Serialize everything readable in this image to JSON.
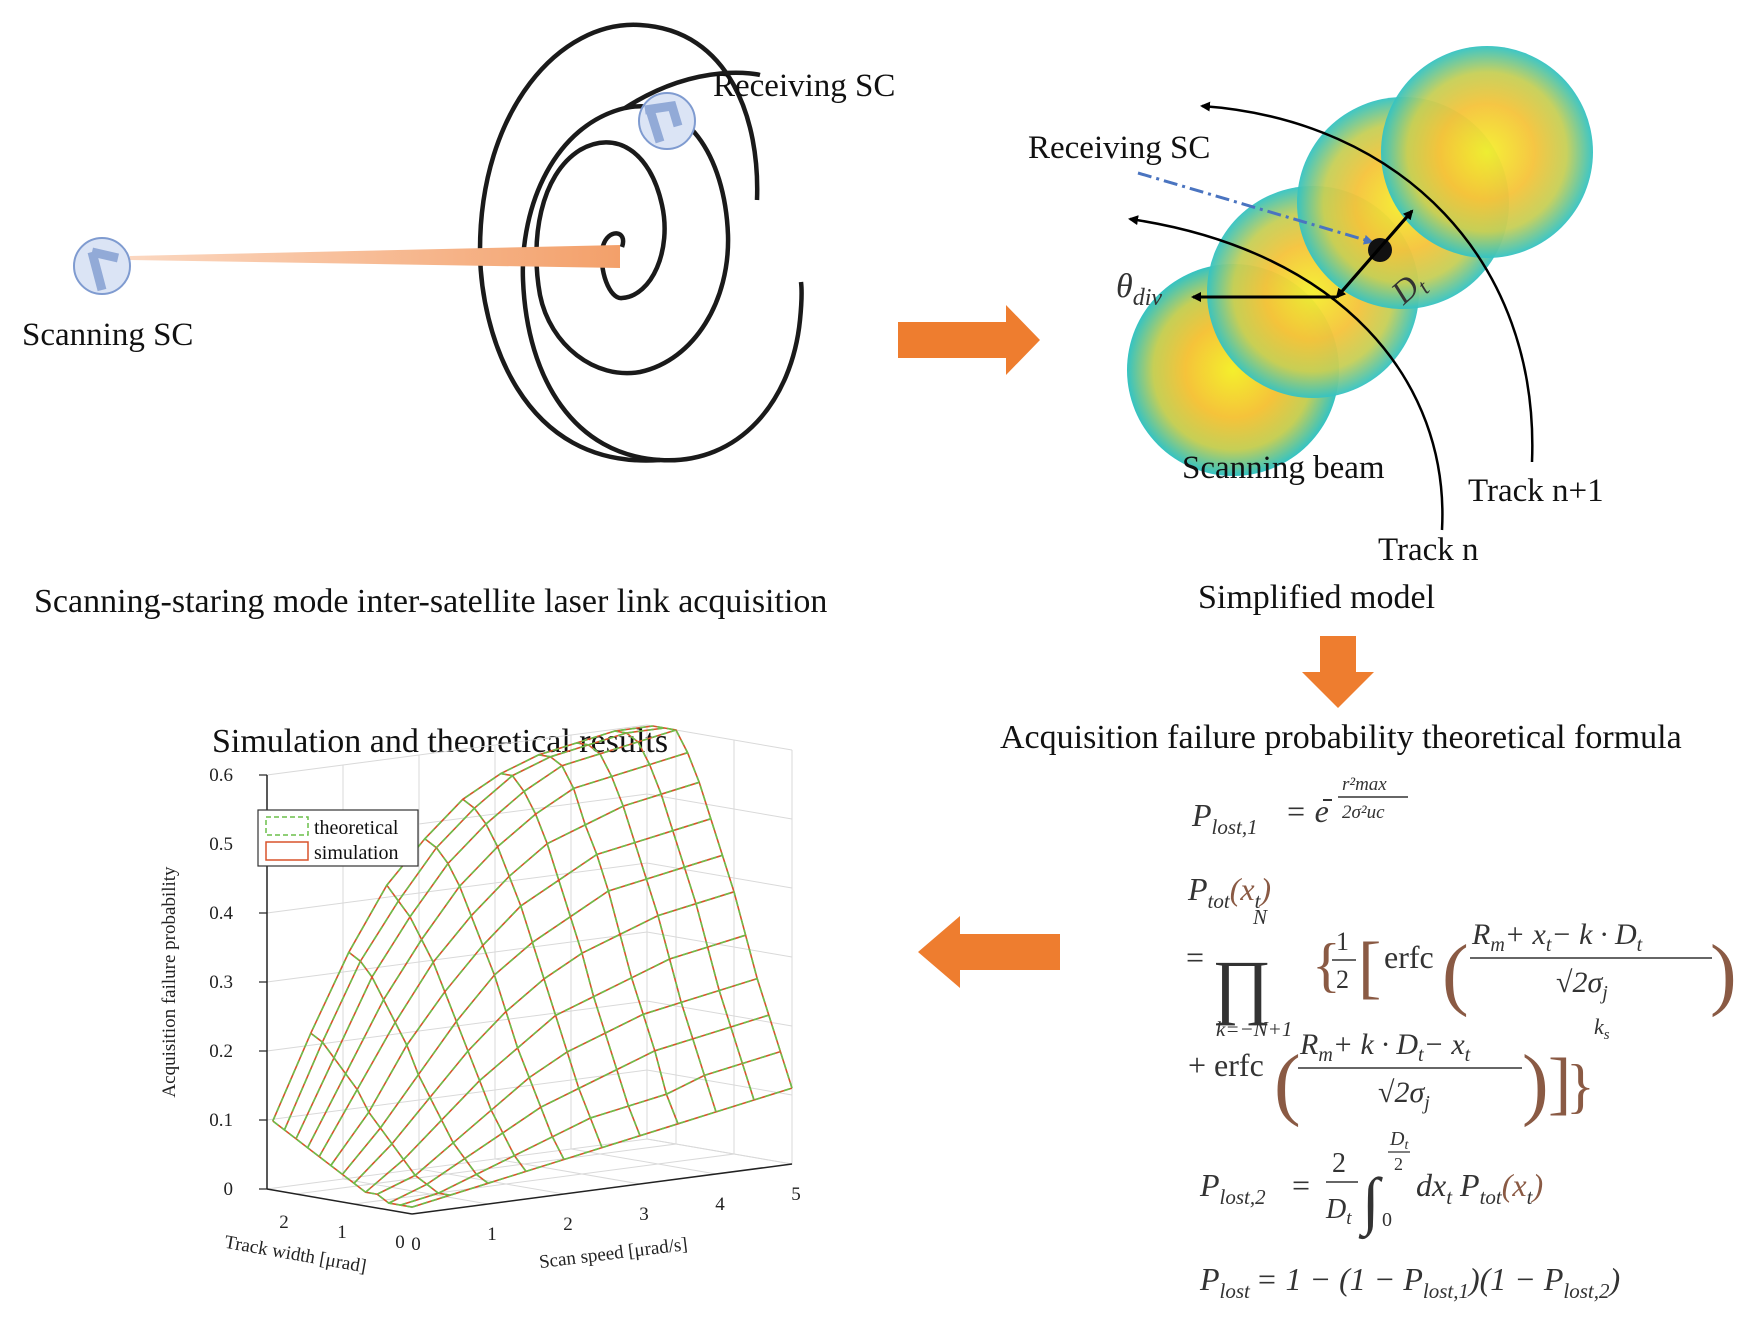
{
  "top_left": {
    "receiving_label": "Receiving SC",
    "scanning_label": "Scanning SC",
    "caption": "Scanning-staring mode inter-satellite laser link acquisition"
  },
  "top_right": {
    "receiving_label": "Receiving SC",
    "theta_label": "θ",
    "theta_sub": "div",
    "dt_label": "D",
    "dt_sub": "t",
    "beam_label": "Scanning beam",
    "track_n1": "Track n+1",
    "track_n": "Track n",
    "caption": "Simplified model"
  },
  "formula": {
    "title": "Acquisition failure probability theoretical formula",
    "p1_lhs_main": "P",
    "p1_lhs_sub": "lost,1",
    "p1_eq": "= e",
    "p1_exp_num": "r²max",
    "p1_exp_den": "2σ²uc",
    "ptot_main": "P",
    "ptot_sub": "tot",
    "ptot_arg": "(x",
    "ptot_arg_sub": "t",
    "ptot_arg_close": ")",
    "prod_top": "N",
    "prod_bottom": "k=−N+1",
    "half_num": "1",
    "half_den": "2",
    "erfc1": "erfc",
    "erfc1_num": "R",
    "erfc1_num_sub": "m",
    "erfc1_num_rest": "+ x",
    "erfc1_num_rest_sub": "t",
    "erfc1_num_tail": "− k · D",
    "erfc1_num_tail_sub": "t",
    "erfc_den": "√2σ",
    "erfc_den_sub": "j",
    "plus_erfc2": "+ erfc",
    "erfc2_num": "R",
    "erfc2_num_sub": "m",
    "erfc2_num_rest": "+ k · D",
    "erfc2_num_rest_sub": "t",
    "erfc2_num_tail": "− x",
    "erfc2_num_tail_sub": "t",
    "ks": "k",
    "ks_sub": "s",
    "p2_lhs_main": "P",
    "p2_lhs_sub": "lost,2",
    "p2_frac_num": "2",
    "p2_frac_den": "D",
    "p2_frac_den_sub": "t",
    "p2_int_top": "D",
    "p2_int_top_sub": "t",
    "p2_int_top_den": "2",
    "p2_int_bottom": "0",
    "p2_integrand": "dx",
    "p2_integrand_sub": "t",
    "p2_ptot": "P",
    "p2_ptot_sub": "tot",
    "p2_ptot_arg": "(x",
    "p2_ptot_arg_sub": "t",
    "p2_ptot_close": ")",
    "plost_main": "P",
    "plost_sub": "lost",
    "plost_rhs1": "= 1 − (1 − P",
    "plost_rhs1_sub": "lost,1",
    "plost_rhs2": ")(1 − P",
    "plost_rhs2_sub": "lost,2",
    "plost_rhs3": ")"
  },
  "chart_title": "Simulation and theoretical results",
  "colors": {
    "arrow": "#ee7d2f",
    "simulation": "#d9532b",
    "theoretical": "#6bbf4a",
    "beam_edge": "#3cc6c0",
    "beam_center": "#f4e62a",
    "receiver_sc": "#9bb5e0"
  },
  "chart_data": {
    "type": "surface",
    "title": "",
    "xlabel": "Scan speed [μrad/s]",
    "ylabel": "Track width [μrad]",
    "zlabel": "Acquisition failure probability",
    "xlim": [
      0,
      5
    ],
    "ylim": [
      0,
      2.5
    ],
    "zlim": [
      0,
      0.6
    ],
    "x_ticks": [
      "0",
      "1",
      "2",
      "3",
      "4",
      "5"
    ],
    "y_ticks": [
      "0",
      "1",
      "2"
    ],
    "z_ticks": [
      "0",
      "0.1",
      "0.2",
      "0.3",
      "0.4",
      "0.5",
      "0.6"
    ],
    "legend": [
      "theoretical",
      "simulation"
    ],
    "legend_position": "top-left",
    "grid": true,
    "x": [
      0.0,
      0.5,
      1.0,
      1.5,
      2.0,
      2.5,
      3.0,
      3.5,
      4.0,
      4.5,
      5.0
    ],
    "y": [
      0.0,
      0.2,
      0.4,
      0.6,
      0.8,
      1.0,
      1.2,
      1.4,
      1.6,
      1.8,
      2.0,
      2.2,
      2.4
    ],
    "series": [
      {
        "name": "simulation",
        "z": [
          [
            0.01,
            0.02,
            0.03,
            0.04,
            0.05,
            0.06,
            0.07,
            0.08,
            0.09,
            0.1,
            0.11
          ],
          [
            0.01,
            0.02,
            0.04,
            0.06,
            0.08,
            0.1,
            0.11,
            0.12,
            0.14,
            0.15,
            0.16
          ],
          [
            0.01,
            0.03,
            0.06,
            0.09,
            0.12,
            0.14,
            0.16,
            0.18,
            0.19,
            0.2,
            0.21
          ],
          [
            0.02,
            0.04,
            0.08,
            0.12,
            0.16,
            0.19,
            0.21,
            0.23,
            0.24,
            0.25,
            0.26
          ],
          [
            0.02,
            0.06,
            0.11,
            0.16,
            0.2,
            0.24,
            0.26,
            0.28,
            0.3,
            0.31,
            0.32
          ],
          [
            0.03,
            0.08,
            0.14,
            0.2,
            0.25,
            0.29,
            0.32,
            0.34,
            0.36,
            0.37,
            0.38
          ],
          [
            0.04,
            0.1,
            0.17,
            0.24,
            0.3,
            0.34,
            0.37,
            0.4,
            0.41,
            0.42,
            0.43
          ],
          [
            0.05,
            0.12,
            0.21,
            0.28,
            0.34,
            0.39,
            0.42,
            0.45,
            0.46,
            0.47,
            0.48
          ],
          [
            0.06,
            0.15,
            0.24,
            0.32,
            0.38,
            0.43,
            0.47,
            0.49,
            0.51,
            0.52,
            0.53
          ],
          [
            0.07,
            0.17,
            0.27,
            0.35,
            0.42,
            0.47,
            0.51,
            0.54,
            0.55,
            0.56,
            0.57
          ],
          [
            0.08,
            0.19,
            0.3,
            0.38,
            0.45,
            0.5,
            0.54,
            0.57,
            0.58,
            0.59,
            0.6
          ],
          [
            0.09,
            0.21,
            0.32,
            0.4,
            0.47,
            0.52,
            0.56,
            0.58,
            0.59,
            0.6,
            0.6
          ],
          [
            0.1,
            0.22,
            0.33,
            0.42,
            0.48,
            0.53,
            0.56,
            0.58,
            0.59,
            0.6,
            0.6
          ]
        ]
      },
      {
        "name": "theoretical",
        "z": [
          [
            0.01,
            0.02,
            0.03,
            0.04,
            0.05,
            0.06,
            0.07,
            0.08,
            0.09,
            0.1,
            0.11
          ],
          [
            0.01,
            0.02,
            0.04,
            0.06,
            0.08,
            0.1,
            0.11,
            0.12,
            0.14,
            0.15,
            0.16
          ],
          [
            0.01,
            0.03,
            0.06,
            0.09,
            0.12,
            0.14,
            0.16,
            0.18,
            0.19,
            0.2,
            0.21
          ],
          [
            0.02,
            0.04,
            0.08,
            0.12,
            0.16,
            0.19,
            0.21,
            0.23,
            0.24,
            0.25,
            0.26
          ],
          [
            0.02,
            0.06,
            0.11,
            0.16,
            0.2,
            0.24,
            0.26,
            0.28,
            0.3,
            0.31,
            0.32
          ],
          [
            0.03,
            0.08,
            0.14,
            0.2,
            0.25,
            0.29,
            0.32,
            0.34,
            0.36,
            0.37,
            0.38
          ],
          [
            0.04,
            0.1,
            0.17,
            0.24,
            0.3,
            0.34,
            0.37,
            0.4,
            0.41,
            0.42,
            0.43
          ],
          [
            0.05,
            0.12,
            0.21,
            0.28,
            0.34,
            0.39,
            0.42,
            0.45,
            0.46,
            0.47,
            0.48
          ],
          [
            0.06,
            0.15,
            0.24,
            0.32,
            0.38,
            0.43,
            0.47,
            0.49,
            0.51,
            0.52,
            0.53
          ],
          [
            0.07,
            0.17,
            0.27,
            0.35,
            0.42,
            0.47,
            0.51,
            0.54,
            0.55,
            0.56,
            0.57
          ],
          [
            0.08,
            0.19,
            0.3,
            0.38,
            0.45,
            0.5,
            0.54,
            0.57,
            0.58,
            0.59,
            0.6
          ],
          [
            0.09,
            0.21,
            0.32,
            0.4,
            0.47,
            0.52,
            0.56,
            0.58,
            0.59,
            0.6,
            0.6
          ],
          [
            0.1,
            0.22,
            0.33,
            0.42,
            0.48,
            0.53,
            0.56,
            0.58,
            0.59,
            0.6,
            0.6
          ]
        ]
      }
    ]
  }
}
